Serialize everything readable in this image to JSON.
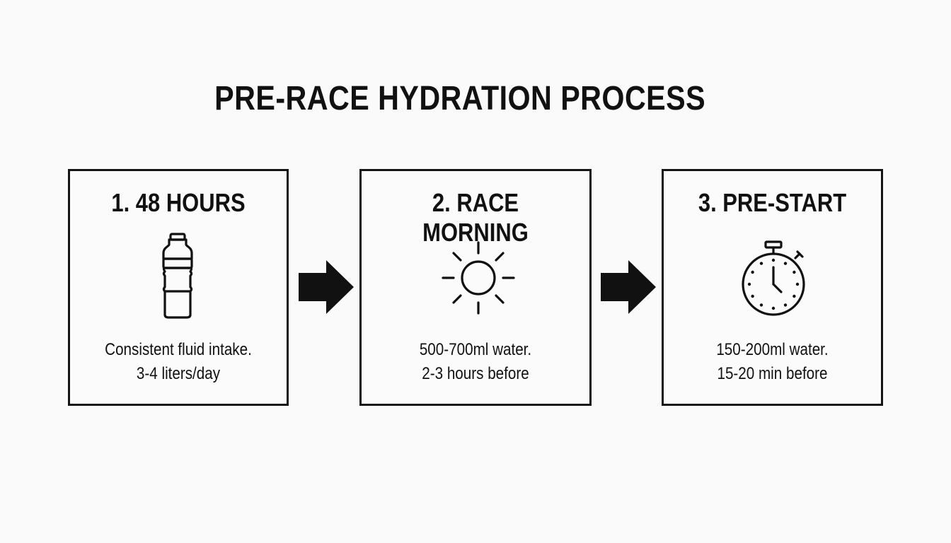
{
  "title": "PRE-RACE HYDRATION PROCESS",
  "steps": [
    {
      "title": "1. 48 HOURS",
      "icon": "water-bottle-icon",
      "lines": [
        "Consistent fluid intake.",
        "3-4 liters/day"
      ]
    },
    {
      "title": "2. RACE MORNING",
      "icon": "sun-icon",
      "lines": [
        "500-700ml water.",
        "2-3 hours before"
      ]
    },
    {
      "title": "3. PRE-START",
      "icon": "stopwatch-icon",
      "lines": [
        "150-200ml water.",
        "15-20 min before"
      ]
    }
  ],
  "connector_icon": "right-arrow-icon",
  "colors": {
    "ink": "#111111",
    "background": "#fafafa"
  }
}
